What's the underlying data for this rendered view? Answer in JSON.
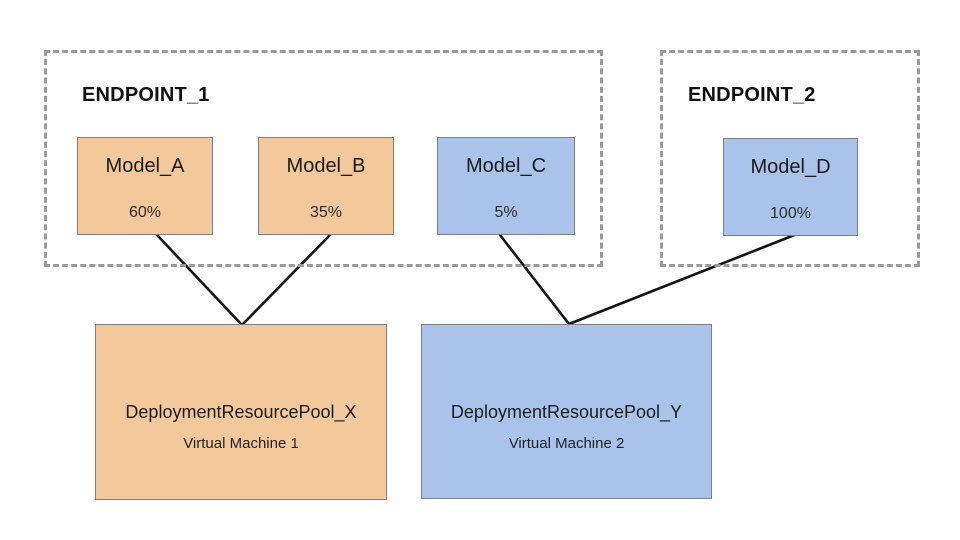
{
  "colors": {
    "orange": "#f3c99b",
    "blue": "#a9c3ea",
    "box_border": "#7f7f7f",
    "dashed_border": "#999999",
    "line": "#141414",
    "text": "#1f1f1f"
  },
  "endpoints": [
    {
      "label": "ENDPOINT_1",
      "models": [
        {
          "name": "Model_A",
          "traffic_split": "60%",
          "color": "orange"
        },
        {
          "name": "Model_B",
          "traffic_split": "35%",
          "color": "orange"
        },
        {
          "name": "Model_C",
          "traffic_split": "5%",
          "color": "blue"
        }
      ]
    },
    {
      "label": "ENDPOINT_2",
      "models": [
        {
          "name": "Model_D",
          "traffic_split": "100%",
          "color": "blue"
        }
      ]
    }
  ],
  "pools": [
    {
      "name": "DeploymentResourcePool_X",
      "machine": "Virtual Machine 1",
      "color": "orange"
    },
    {
      "name": "DeploymentResourcePool_Y",
      "machine": "Virtual Machine 2",
      "color": "blue"
    }
  ],
  "connections": [
    {
      "from": "Model_A",
      "to": "DeploymentResourcePool_X"
    },
    {
      "from": "Model_B",
      "to": "DeploymentResourcePool_X"
    },
    {
      "from": "Model_C",
      "to": "DeploymentResourcePool_Y"
    },
    {
      "from": "Model_D",
      "to": "DeploymentResourcePool_Y"
    }
  ]
}
